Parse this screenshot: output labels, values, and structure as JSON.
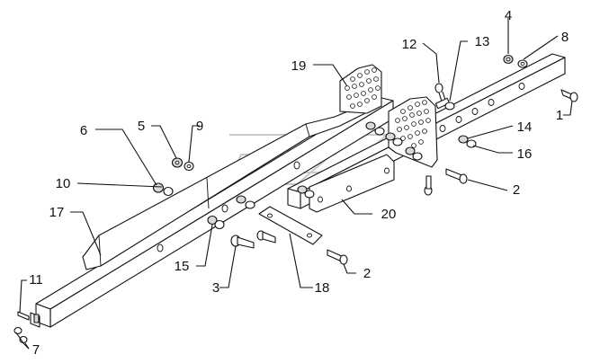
{
  "diagram": {
    "callouts": [
      {
        "id": "c4",
        "label": "4"
      },
      {
        "id": "c8",
        "label": "8"
      },
      {
        "id": "c12",
        "label": "12"
      },
      {
        "id": "c13",
        "label": "13"
      },
      {
        "id": "c19",
        "label": "19"
      },
      {
        "id": "c1",
        "label": "1"
      },
      {
        "id": "c5",
        "label": "5"
      },
      {
        "id": "c9",
        "label": "9"
      },
      {
        "id": "c6",
        "label": "6"
      },
      {
        "id": "c14",
        "label": "14"
      },
      {
        "id": "c16",
        "label": "16"
      },
      {
        "id": "c10",
        "label": "10"
      },
      {
        "id": "c2a",
        "label": "2"
      },
      {
        "id": "c17",
        "label": "17"
      },
      {
        "id": "c20",
        "label": "20"
      },
      {
        "id": "c15",
        "label": "15"
      },
      {
        "id": "c2b",
        "label": "2"
      },
      {
        "id": "c11",
        "label": "11"
      },
      {
        "id": "c3",
        "label": "3"
      },
      {
        "id": "c18",
        "label": "18"
      },
      {
        "id": "c7",
        "label": "7"
      }
    ]
  }
}
